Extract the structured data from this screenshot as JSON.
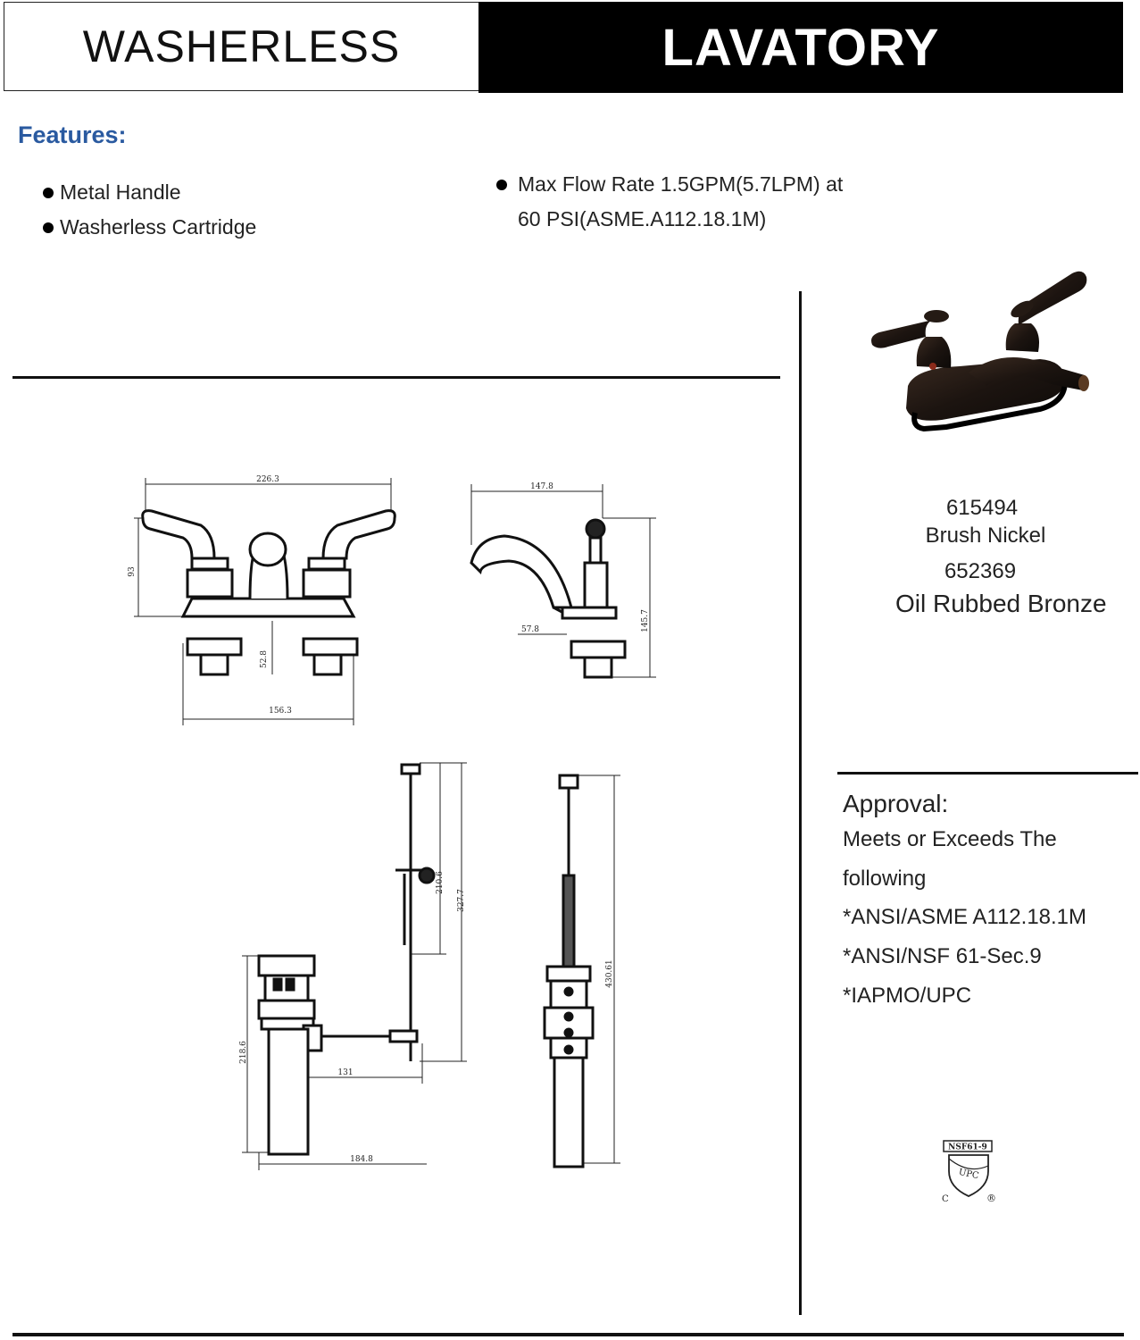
{
  "header": {
    "left_title": "WASHERLESS",
    "right_title": "LAVATORY"
  },
  "features": {
    "title": "Features:",
    "items": [
      "Metal Handle",
      "Washerless Cartridge"
    ],
    "flow_line1": "Max Flow Rate 1.5GPM(5.7LPM) at",
    "flow_line2": "60 PSI(ASME.A112.18.1M)"
  },
  "models": {
    "code1": "615494",
    "finish1": "Brush Nickel",
    "code2": "652369",
    "finish2": "Oil Rubbed Bronze"
  },
  "approval": {
    "title": "Approval:",
    "lines": [
      "Meets or Exceeds The",
      "following",
      "*ANSI/ASME A112.18.1M",
      "*ANSI/NSF 61-Sec.9",
      "*IAPMO/UPC"
    ]
  },
  "dimensions": {
    "front_width": "226.3",
    "front_height": "93",
    "front_base": "156.3",
    "front_tail": "52.8",
    "side_depth": "147.8",
    "side_height": "145.7",
    "side_spout": "57.8",
    "drain_rod_upper": "210.6",
    "drain_rod_total": "327.7",
    "drain_body_height": "218.6",
    "drain_rod_reach": "131",
    "drain_width": "184.8",
    "drain_side_height": "430.61"
  },
  "cert": {
    "nsf": "NSF61-9",
    "upc": "UPC",
    "c_mark": "C",
    "r_mark": "®"
  },
  "colors": {
    "features_title": "#2a5aa0",
    "header_bg": "#000000",
    "line": "#111111"
  }
}
